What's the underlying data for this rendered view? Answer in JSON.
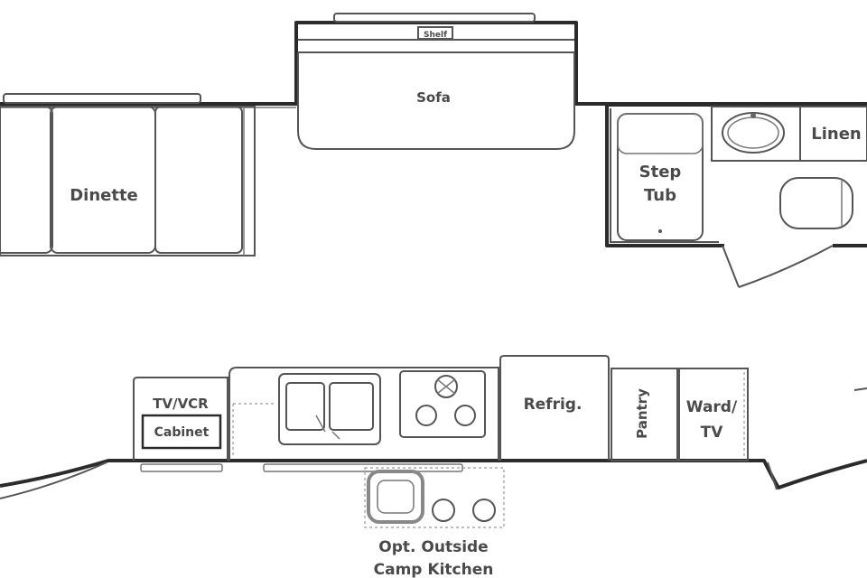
{
  "labels": {
    "sofa": "Sofa",
    "shelf": "Shelf",
    "dinette": "Dinette",
    "linen": "Linen",
    "step_tub_1": "Step",
    "step_tub_2": "Tub",
    "tv_vcr": "TV/VCR",
    "cabinet": "Cabinet",
    "refrig": "Refrig.",
    "pantry": "Pantry",
    "ward_1": "Ward/",
    "ward_2": "TV",
    "outside_1": "Opt. Outside",
    "outside_2": "Camp Kitchen"
  }
}
